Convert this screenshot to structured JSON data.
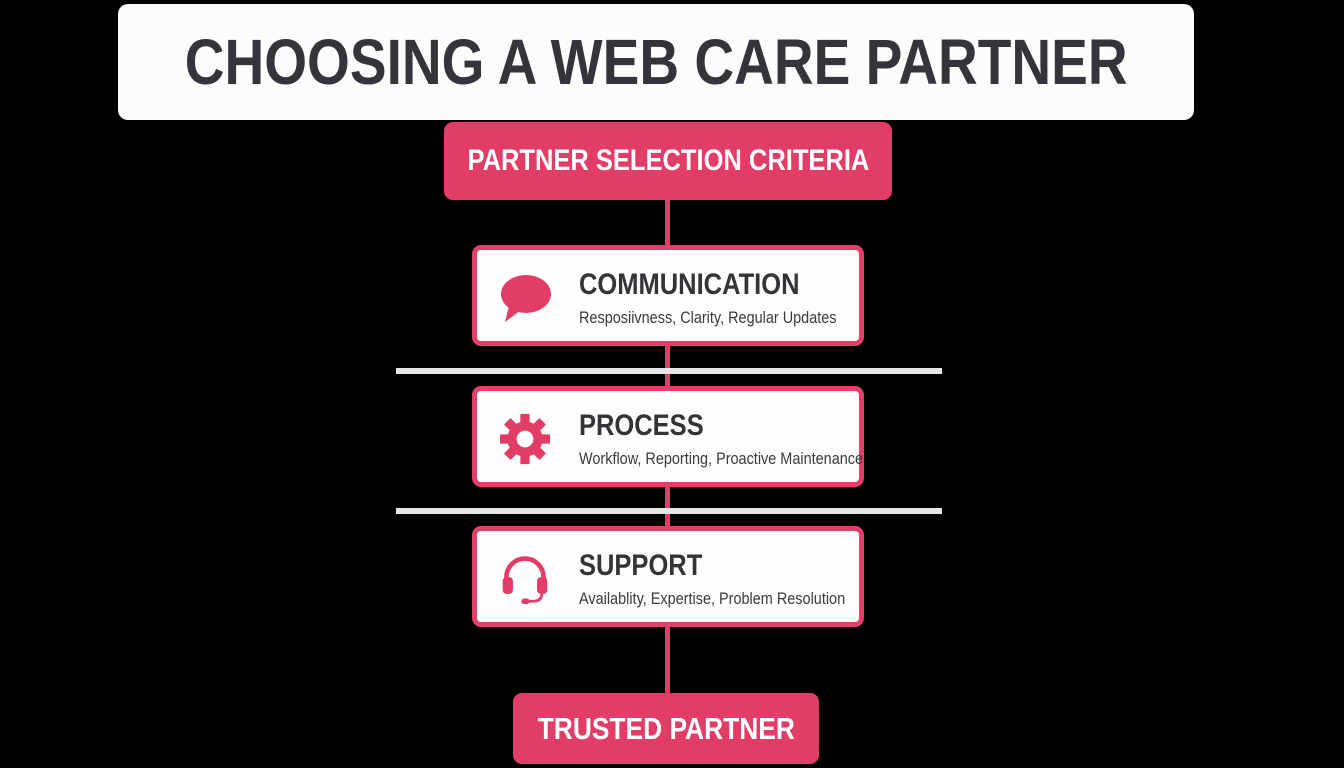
{
  "title": "CHOOSING A WEB CARE PARTNER",
  "header_node": {
    "label": "PARTNER SELECTION CRITERIA"
  },
  "criteria": [
    {
      "icon": "speech-bubble-icon",
      "title": "COMMUNICATION",
      "subtitle": "Resposiivness, Clarity, Regular Updates"
    },
    {
      "icon": "gear-icon",
      "title": "PROCESS",
      "subtitle": "Workflow, Reporting, Proactive Maintenance"
    },
    {
      "icon": "headset-icon",
      "title": "SUPPORT",
      "subtitle": "Availablity, Expertise, Problem Resolution"
    }
  ],
  "result_node": {
    "label": "TRUSTED PARTNER"
  },
  "colors": {
    "background": "#000000",
    "accent": "#e23d66",
    "title_box": "#fcfcfc",
    "text_dark": "#33353a",
    "divider": "#e6e6e6"
  }
}
